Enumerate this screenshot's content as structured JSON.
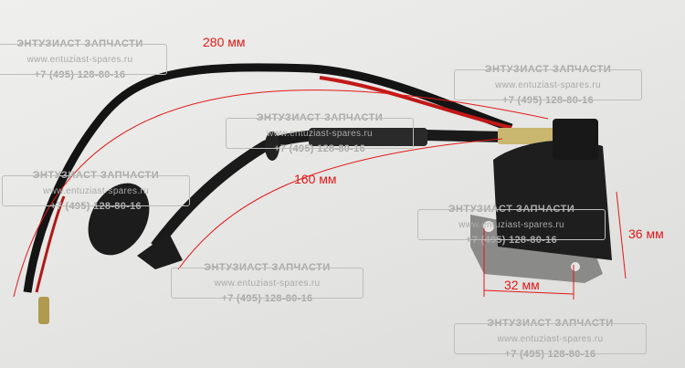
{
  "watermark": {
    "title": "ЭНТУЗИАСТ ЗАПЧАСТИ",
    "url": "www.entuziast-spares.ru",
    "phone": "+7 (495) 128-80-16"
  },
  "dimensions": {
    "total_cable": "280 мм",
    "hv_cable": "160 мм",
    "height": "36 мм",
    "hole_spacing": "32 мм"
  },
  "colors": {
    "annotation": "#e01818",
    "watermark": "#a9a9a9"
  }
}
